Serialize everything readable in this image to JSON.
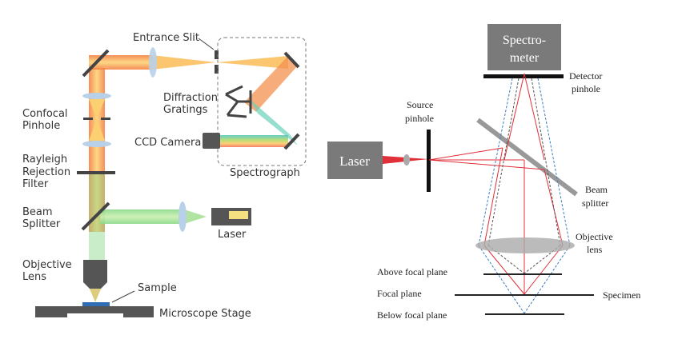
{
  "left_diagram": {
    "labels": {
      "entrance_slit": "Entrance Slit",
      "confocal_pinhole": [
        "Confocal",
        "Pinhole"
      ],
      "diffraction_gratings": [
        "Diffraction",
        "Gratings"
      ],
      "ccd_camera": "CCD Camera",
      "rayleigh_filter": [
        "Rayleigh",
        "Rejection",
        "Filter"
      ],
      "spectrograph": "Spectrograph",
      "beam_splitter": [
        "Beam",
        "Splitter"
      ],
      "laser": "Laser",
      "objective_lens": [
        "Objective",
        "Lens"
      ],
      "sample": "Sample",
      "microscope_stage": "Microscope Stage"
    },
    "colors": {
      "beam_orange": "#f4a040",
      "beam_green": "#8fd48a",
      "component": "#555555",
      "lens": "#b8d0e8",
      "sample": "#2f6db5"
    }
  },
  "right_diagram": {
    "labels": {
      "spectrometer": [
        "Spectro-",
        "meter"
      ],
      "detector_pinhole": [
        "Detector",
        "pinhole"
      ],
      "source_pinhole": [
        "Source",
        "pinhole"
      ],
      "laser": "Laser",
      "beam_splitter": [
        "Beam",
        "splitter"
      ],
      "objective_lens": [
        "Objective",
        "lens"
      ],
      "above_focal_plane": "Above focal plane",
      "focal_plane": "Focal plane",
      "below_focal_plane": "Below focal plane",
      "specimen": "Specimen"
    },
    "colors": {
      "ray_red": "#e0303a",
      "ray_blue": "#3a7cc0",
      "box_gray": "#7a7a7a"
    }
  }
}
